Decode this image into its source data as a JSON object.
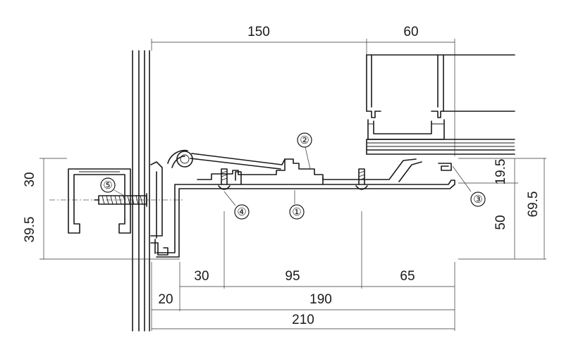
{
  "dimensions": {
    "top_150": "150",
    "top_60": "60",
    "left_30": "30",
    "left_39_5": "39.5",
    "right_19_5": "19.5",
    "right_50": "50",
    "right_69_5": "69.5",
    "bottom_30": "30",
    "bottom_95": "95",
    "bottom_65": "65",
    "bottom_20": "20",
    "bottom_190": "190",
    "bottom_210": "210"
  },
  "callouts": [
    {
      "id": "callout-1",
      "label": "①"
    },
    {
      "id": "callout-2",
      "label": "②"
    },
    {
      "id": "callout-3",
      "label": "③"
    },
    {
      "id": "callout-4",
      "label": "④"
    },
    {
      "id": "callout-5",
      "label": "⑤"
    }
  ]
}
